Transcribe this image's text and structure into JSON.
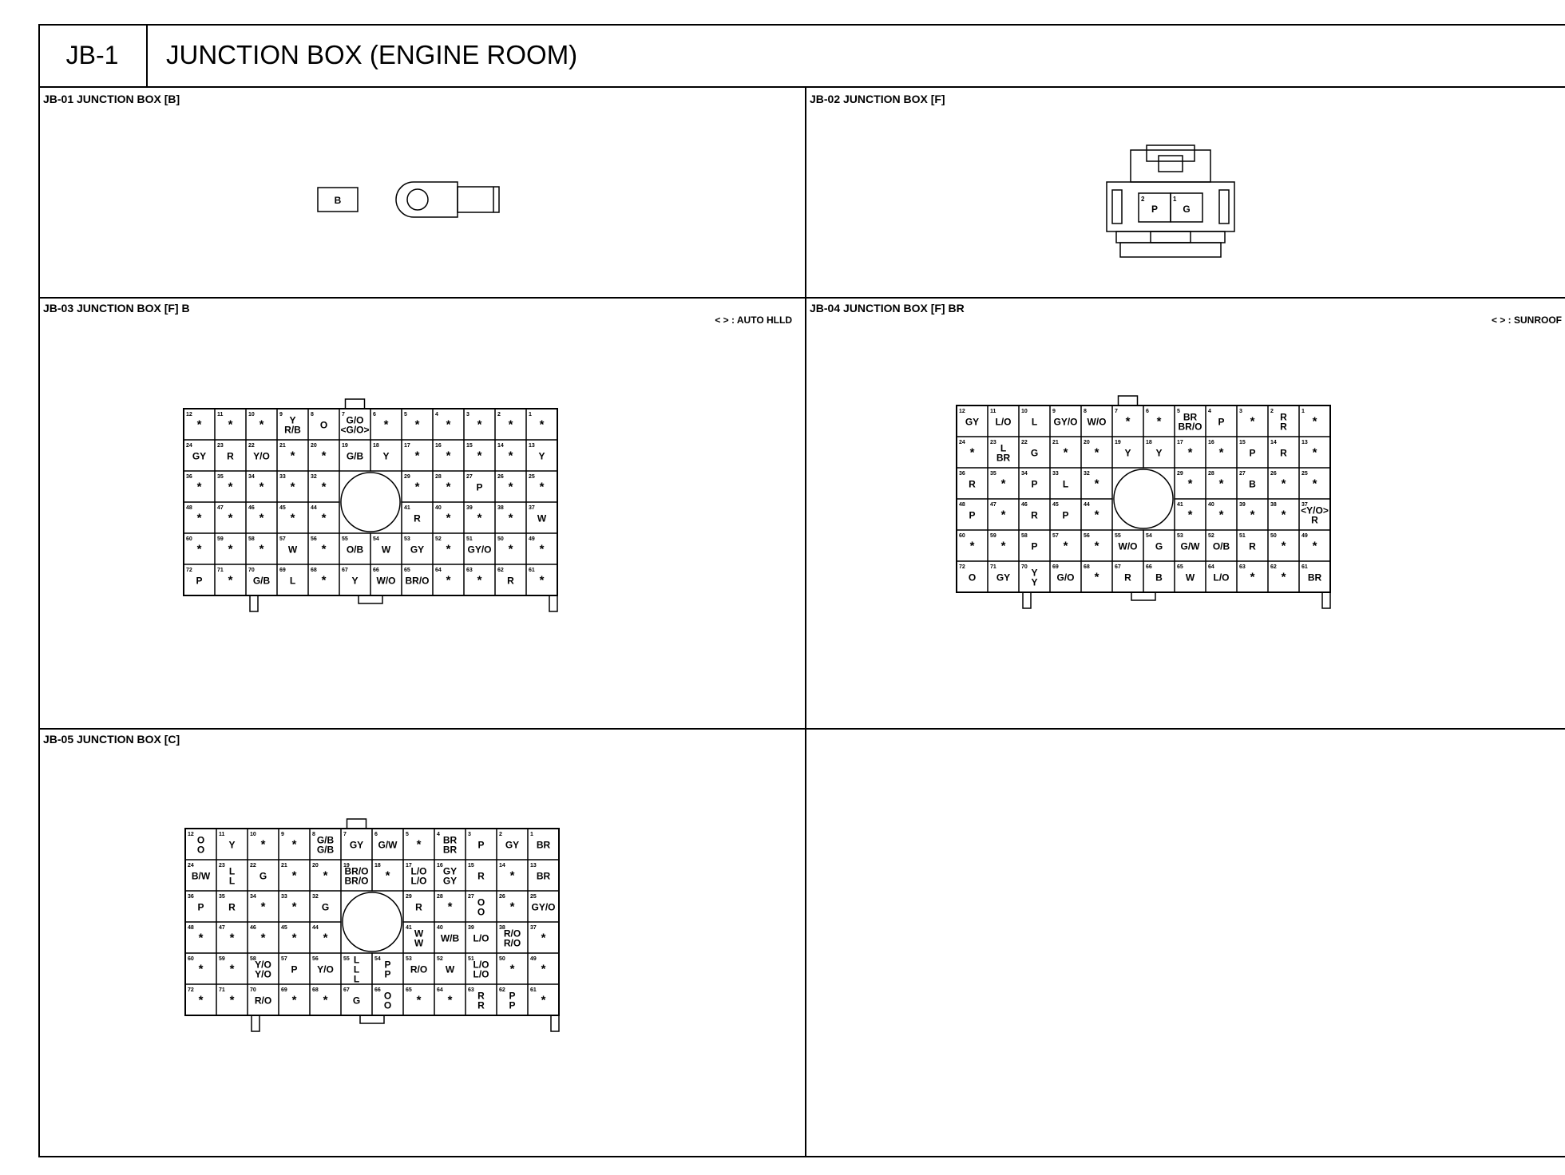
{
  "header": {
    "id": "JB-1",
    "title": "JUNCTION BOX (ENGINE ROOM)"
  },
  "sections": {
    "jb01": {
      "title": "JB-01 JUNCTION BOX [B]",
      "terminal": "B"
    },
    "jb02": {
      "title": "JB-02 JUNCTION BOX [F]",
      "pins": [
        "P",
        "G"
      ],
      "pin_numbers": [
        "2",
        "1"
      ]
    },
    "jb03": {
      "title": "JB-03 JUNCTION BOX [F] B",
      "legend": "< > : AUTO HLLD"
    },
    "jb04": {
      "title": "JB-04 JUNCTION BOX [F] BR",
      "legend": "< > : SUNROOF"
    },
    "jb05": {
      "title": "JB-05 JUNCTION BOX [C]"
    }
  },
  "connectors": {
    "jb03": [
      [
        "*",
        "*",
        "*",
        "Y|R/B",
        "O",
        "G/O|<G/O>",
        "*",
        "*",
        "*",
        "*",
        "*",
        "*"
      ],
      [
        "GY",
        "R",
        "Y/O",
        "*",
        "*",
        "G/B",
        "Y",
        "*",
        "*",
        "*",
        "*",
        "Y"
      ],
      [
        "*",
        "*",
        "*",
        "*",
        "*",
        "",
        "",
        "*",
        "*",
        "P",
        "*",
        "*"
      ],
      [
        "*",
        "*",
        "*",
        "*",
        "*",
        "",
        "",
        "R",
        "*",
        "*",
        "*",
        "W"
      ],
      [
        "*",
        "*",
        "*",
        "W",
        "*",
        "O/B",
        "W",
        "GY",
        "*",
        "GY/O",
        "*",
        "*"
      ],
      [
        "P",
        "*",
        "G/B",
        "L",
        "*",
        "Y",
        "W/O",
        "BR/O",
        "*",
        "*",
        "R",
        "*"
      ]
    ],
    "jb04": [
      [
        "GY",
        "L/O",
        "L",
        "GY/O",
        "W/O",
        "*",
        "*",
        "BR|BR/O",
        "P",
        "*",
        "R|R",
        "*"
      ],
      [
        "*",
        "L|BR",
        "G",
        "*",
        "*",
        "Y",
        "Y",
        "*",
        "*",
        "P",
        "R",
        "*"
      ],
      [
        "R",
        "*",
        "P",
        "L",
        "*",
        "",
        "",
        "*",
        "*",
        "B",
        "*",
        "*"
      ],
      [
        "P",
        "*",
        "R",
        "P",
        "*",
        "",
        "",
        "*",
        "*",
        "*",
        "*",
        "<Y/O>|R"
      ],
      [
        "*",
        "*",
        "P",
        "*",
        "*",
        "W/O",
        "G",
        "G/W",
        "O/B",
        "R",
        "*",
        "*"
      ],
      [
        "O",
        "GY",
        "Y|Y",
        "G/O",
        "*",
        "R",
        "B",
        "W",
        "L/O",
        "*",
        "*",
        "BR"
      ]
    ],
    "jb05": [
      [
        "O|O",
        "Y",
        "*",
        "*",
        "G/B|G/B",
        "GY",
        "G/W",
        "*",
        "BR|BR",
        "P",
        "GY",
        "BR"
      ],
      [
        "B/W",
        "L|L",
        "G",
        "*",
        "*",
        "BR/O|BR/O",
        "*",
        "L/O|L/O",
        "GY|GY",
        "R",
        "*",
        "BR"
      ],
      [
        "P",
        "R",
        "*",
        "*",
        "G",
        "",
        "",
        "R",
        "*",
        "O|O",
        "*",
        "GY/O"
      ],
      [
        "*",
        "*",
        "*",
        "*",
        "*",
        "",
        "",
        "W|W",
        "W/B",
        "L/O",
        "R/O|R/O",
        "*"
      ],
      [
        "*",
        "*",
        "Y/O|Y/O",
        "P",
        "Y/O",
        "L|L|L",
        "P|P",
        "R/O",
        "W",
        "L/O|L/O",
        "*",
        "*"
      ],
      [
        "*",
        "*",
        "R/O",
        "*",
        "*",
        "G",
        "O|O",
        "*",
        "*",
        "R|R",
        "P|P",
        "*"
      ]
    ]
  }
}
